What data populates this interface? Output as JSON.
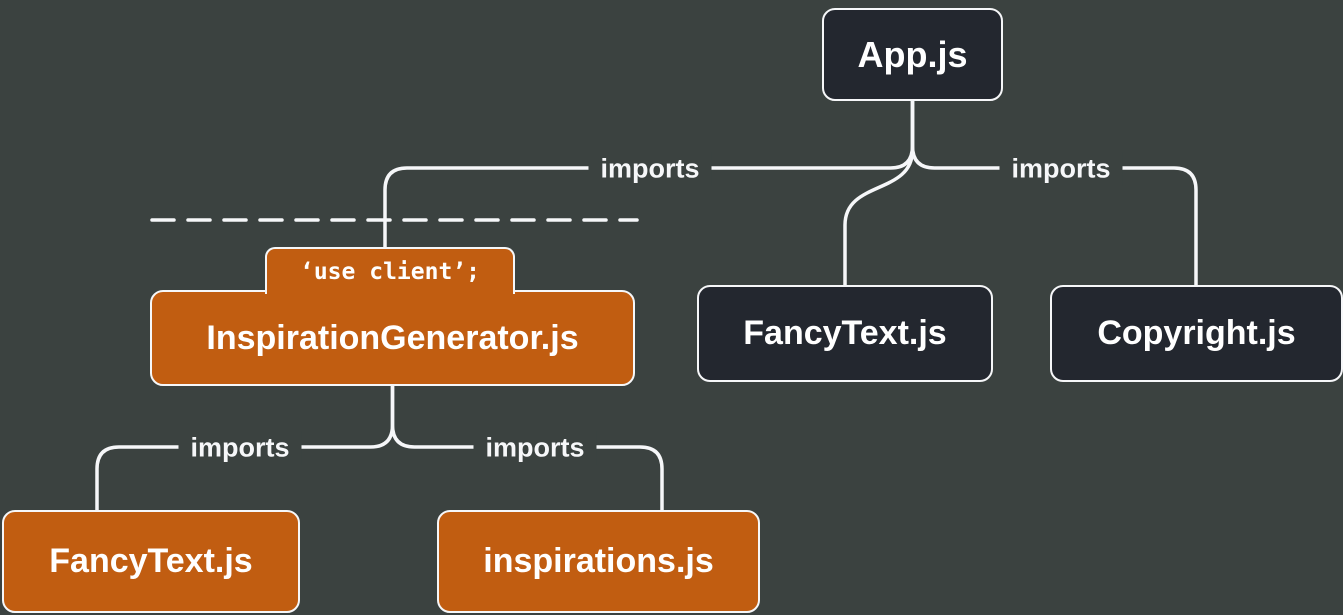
{
  "nodes": [
    {
      "id": "app",
      "label": "App.js",
      "type": "server"
    },
    {
      "id": "inspiration-generator",
      "label": "InspirationGenerator.js",
      "type": "client",
      "badge": "‘use client’;"
    },
    {
      "id": "fancytext-server",
      "label": "FancyText.js",
      "type": "server"
    },
    {
      "id": "copyright",
      "label": "Copyright.js",
      "type": "server"
    },
    {
      "id": "fancytext-client",
      "label": "FancyText.js",
      "type": "client"
    },
    {
      "id": "inspirations",
      "label": "inspirations.js",
      "type": "client"
    }
  ],
  "edges": [
    {
      "from": "app",
      "to": "inspiration-generator",
      "label": "imports"
    },
    {
      "from": "app",
      "to": "fancytext-server",
      "label": ""
    },
    {
      "from": "app",
      "to": "copyright",
      "label": "imports"
    },
    {
      "from": "inspiration-generator",
      "to": "fancytext-client",
      "label": "imports"
    },
    {
      "from": "inspiration-generator",
      "to": "inspirations",
      "label": "imports"
    }
  ],
  "colors": {
    "background": "#3B4240",
    "server_node_bg": "#23272F",
    "client_node_bg": "#C15D11",
    "node_border": "#F6F7F9",
    "edge_line": "#F6F7F9",
    "text": "#FFFFFF"
  }
}
